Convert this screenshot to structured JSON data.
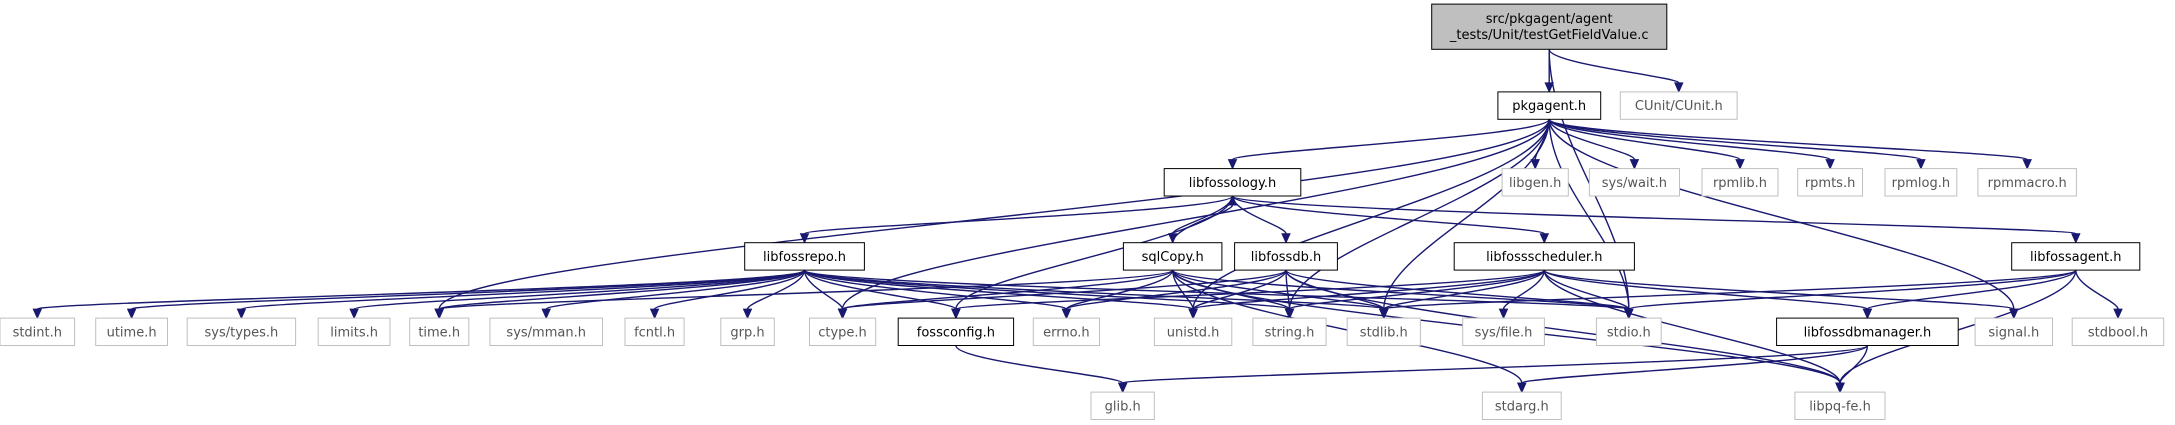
{
  "diagram": {
    "colors": {
      "edge": "#191970",
      "root_fill": "#bfbfbf",
      "root_stroke": "#000000",
      "doc_fill": "#ffffff",
      "doc_stroke": "#000000",
      "ext_stroke": "#bfbfbf",
      "ext_text": "#555555",
      "text": "#000000"
    },
    "nodes": [
      {
        "id": "root",
        "kind": "root",
        "lines": [
          "src/pkgagent/agent",
          "_tests/Unit/testGetFieldValue.c"
        ]
      },
      {
        "id": "pkgagent",
        "kind": "doc",
        "lines": [
          "pkgagent.h"
        ]
      },
      {
        "id": "cunit",
        "kind": "ext",
        "lines": [
          "CUnit/CUnit.h"
        ]
      },
      {
        "id": "libfossology",
        "kind": "doc",
        "lines": [
          "libfossology.h"
        ]
      },
      {
        "id": "libgen",
        "kind": "ext",
        "lines": [
          "libgen.h"
        ]
      },
      {
        "id": "syswait",
        "kind": "ext",
        "lines": [
          "sys/wait.h"
        ]
      },
      {
        "id": "rpmlib",
        "kind": "ext",
        "lines": [
          "rpmlib.h"
        ]
      },
      {
        "id": "rpmts",
        "kind": "ext",
        "lines": [
          "rpmts.h"
        ]
      },
      {
        "id": "rpmlog",
        "kind": "ext",
        "lines": [
          "rpmlog.h"
        ]
      },
      {
        "id": "rpmmacro",
        "kind": "ext",
        "lines": [
          "rpmmacro.h"
        ]
      },
      {
        "id": "libfossrepo",
        "kind": "doc",
        "lines": [
          "libfossrepo.h"
        ]
      },
      {
        "id": "sqlcopy",
        "kind": "doc",
        "lines": [
          "sqlCopy.h"
        ]
      },
      {
        "id": "libfossdb",
        "kind": "doc",
        "lines": [
          "libfossdb.h"
        ]
      },
      {
        "id": "libfossscheduler",
        "kind": "doc",
        "lines": [
          "libfossscheduler.h"
        ]
      },
      {
        "id": "libfossagent",
        "kind": "doc",
        "lines": [
          "libfossagent.h"
        ]
      },
      {
        "id": "stdint",
        "kind": "ext",
        "lines": [
          "stdint.h"
        ]
      },
      {
        "id": "utime",
        "kind": "ext",
        "lines": [
          "utime.h"
        ]
      },
      {
        "id": "systypes",
        "kind": "ext",
        "lines": [
          "sys/types.h"
        ]
      },
      {
        "id": "limits",
        "kind": "ext",
        "lines": [
          "limits.h"
        ]
      },
      {
        "id": "time",
        "kind": "ext",
        "lines": [
          "time.h"
        ]
      },
      {
        "id": "sysmman",
        "kind": "ext",
        "lines": [
          "sys/mman.h"
        ]
      },
      {
        "id": "fcntl",
        "kind": "ext",
        "lines": [
          "fcntl.h"
        ]
      },
      {
        "id": "grp",
        "kind": "ext",
        "lines": [
          "grp.h"
        ]
      },
      {
        "id": "ctype",
        "kind": "ext",
        "lines": [
          "ctype.h"
        ]
      },
      {
        "id": "fossconfig",
        "kind": "doc",
        "lines": [
          "fossconfig.h"
        ]
      },
      {
        "id": "errno",
        "kind": "ext",
        "lines": [
          "errno.h"
        ]
      },
      {
        "id": "unistd",
        "kind": "ext",
        "lines": [
          "unistd.h"
        ]
      },
      {
        "id": "string",
        "kind": "ext",
        "lines": [
          "string.h"
        ]
      },
      {
        "id": "stdlib",
        "kind": "ext",
        "lines": [
          "stdlib.h"
        ]
      },
      {
        "id": "sysfile",
        "kind": "ext",
        "lines": [
          "sys/file.h"
        ]
      },
      {
        "id": "stdio",
        "kind": "ext",
        "lines": [
          "stdio.h"
        ]
      },
      {
        "id": "libfossdbmanager",
        "kind": "doc",
        "lines": [
          "libfossdbmanager.h"
        ]
      },
      {
        "id": "signal",
        "kind": "ext",
        "lines": [
          "signal.h"
        ]
      },
      {
        "id": "stdbool",
        "kind": "ext",
        "lines": [
          "stdbool.h"
        ]
      },
      {
        "id": "glib",
        "kind": "ext",
        "lines": [
          "glib.h"
        ]
      },
      {
        "id": "stdarg",
        "kind": "ext",
        "lines": [
          "stdarg.h"
        ]
      },
      {
        "id": "libpqfe",
        "kind": "ext",
        "lines": [
          "libpq-fe.h"
        ]
      }
    ],
    "edges": [
      [
        "root",
        "pkgagent"
      ],
      [
        "root",
        "cunit"
      ],
      [
        "root",
        "stdio"
      ],
      [
        "pkgagent",
        "libfossology"
      ],
      [
        "pkgagent",
        "libgen"
      ],
      [
        "pkgagent",
        "syswait"
      ],
      [
        "pkgagent",
        "rpmlib"
      ],
      [
        "pkgagent",
        "rpmts"
      ],
      [
        "pkgagent",
        "rpmlog"
      ],
      [
        "pkgagent",
        "rpmmacro"
      ],
      [
        "pkgagent",
        "stdio"
      ],
      [
        "pkgagent",
        "stdlib"
      ],
      [
        "pkgagent",
        "string"
      ],
      [
        "pkgagent",
        "ctype"
      ],
      [
        "pkgagent",
        "time"
      ],
      [
        "pkgagent",
        "signal"
      ],
      [
        "pkgagent",
        "unistd"
      ],
      [
        "libfossology",
        "libfossrepo"
      ],
      [
        "libfossology",
        "sqlcopy"
      ],
      [
        "libfossology",
        "libfossdb"
      ],
      [
        "libfossology",
        "libfossscheduler"
      ],
      [
        "libfossology",
        "libfossagent"
      ],
      [
        "libfossology",
        "fossconfig"
      ],
      [
        "libfossrepo",
        "stdint"
      ],
      [
        "libfossrepo",
        "utime"
      ],
      [
        "libfossrepo",
        "systypes"
      ],
      [
        "libfossrepo",
        "limits"
      ],
      [
        "libfossrepo",
        "time"
      ],
      [
        "libfossrepo",
        "sysmman"
      ],
      [
        "libfossrepo",
        "fcntl"
      ],
      [
        "libfossrepo",
        "grp"
      ],
      [
        "libfossrepo",
        "ctype"
      ],
      [
        "libfossrepo",
        "fossconfig"
      ],
      [
        "libfossrepo",
        "errno"
      ],
      [
        "libfossrepo",
        "unistd"
      ],
      [
        "libfossrepo",
        "string"
      ],
      [
        "libfossrepo",
        "stdlib"
      ],
      [
        "libfossrepo",
        "stdio"
      ],
      [
        "sqlcopy",
        "libfossology"
      ],
      [
        "sqlcopy",
        "time"
      ],
      [
        "sqlcopy",
        "ctype"
      ],
      [
        "sqlcopy",
        "errno"
      ],
      [
        "sqlcopy",
        "unistd"
      ],
      [
        "sqlcopy",
        "string"
      ],
      [
        "sqlcopy",
        "stdlib"
      ],
      [
        "sqlcopy",
        "stdio"
      ],
      [
        "sqlcopy",
        "stdarg"
      ],
      [
        "sqlcopy",
        "libpqfe"
      ],
      [
        "libfossdb",
        "ctype"
      ],
      [
        "libfossdb",
        "errno"
      ],
      [
        "libfossdb",
        "unistd"
      ],
      [
        "libfossdb",
        "string"
      ],
      [
        "libfossdb",
        "stdlib"
      ],
      [
        "libfossdb",
        "stdio"
      ],
      [
        "libfossdb",
        "libpqfe"
      ],
      [
        "libfossscheduler",
        "fossconfig"
      ],
      [
        "libfossscheduler",
        "unistd"
      ],
      [
        "libfossscheduler",
        "string"
      ],
      [
        "libfossscheduler",
        "stdlib"
      ],
      [
        "libfossscheduler",
        "sysfile"
      ],
      [
        "libfossscheduler",
        "stdio"
      ],
      [
        "libfossscheduler",
        "libfossdbmanager"
      ],
      [
        "libfossscheduler",
        "signal"
      ],
      [
        "libfossscheduler",
        "libpqfe"
      ],
      [
        "libfossagent",
        "stdlib"
      ],
      [
        "libfossagent",
        "stdio"
      ],
      [
        "libfossagent",
        "libfossdbmanager"
      ],
      [
        "libfossagent",
        "stdbool"
      ],
      [
        "libfossagent",
        "libpqfe"
      ],
      [
        "fossconfig",
        "glib"
      ],
      [
        "libfossdbmanager",
        "glib"
      ],
      [
        "libfossdbmanager",
        "stdarg"
      ],
      [
        "libfossdbmanager",
        "libpqfe"
      ]
    ]
  }
}
